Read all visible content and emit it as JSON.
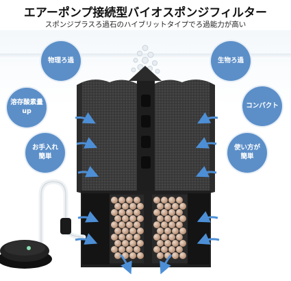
{
  "title": "エアーポンプ接続型バイオスポンジフィルター",
  "subtitle": "スポンジプラスろ過石のハイブリットタイプでろ過能力が高い",
  "features": {
    "bio_filtration": "物理ろ過",
    "organic": "生物ろ過",
    "oxygen_line1": "溶存酸素量",
    "oxygen_line2": "up",
    "compact": "コンパクト",
    "easy_care_line1": "お手入れ",
    "easy_care_line2": "簡単",
    "easy_use_line1": "使い方が",
    "easy_use_line2": "簡単"
  },
  "colors": {
    "circle_blue": "#5c8fc8",
    "arrow_blue": "#4d8fd6",
    "sponge_dark": "#3a3a3a",
    "media_tan": "#c9a58c"
  }
}
